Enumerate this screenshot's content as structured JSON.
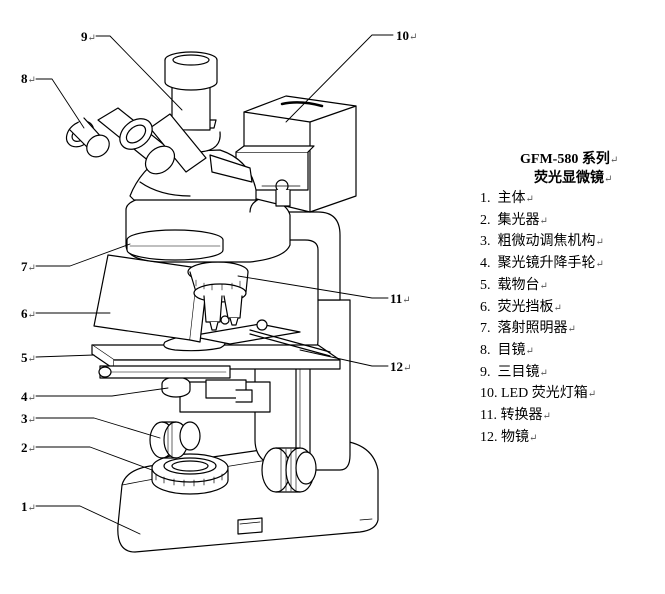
{
  "title": {
    "line1": "GFM-580 系列",
    "line2": "荧光显微镜",
    "return_mark": "↵"
  },
  "callouts": [
    "1",
    "2",
    "3",
    "4",
    "5",
    "6",
    "7",
    "8",
    "9",
    "10",
    "11",
    "12"
  ],
  "parts": [
    {
      "num": "1.",
      "label": "主体"
    },
    {
      "num": "2.",
      "label": "集光器"
    },
    {
      "num": "3.",
      "label": "粗微动调焦机构"
    },
    {
      "num": "4.",
      "label": "聚光镜升降手轮"
    },
    {
      "num": "5.",
      "label": "载物台"
    },
    {
      "num": "6.",
      "label": "荧光挡板"
    },
    {
      "num": "7.",
      "label": "落射照明器"
    },
    {
      "num": "8.",
      "label": "目镜"
    },
    {
      "num": "9.",
      "label": "三目镜"
    },
    {
      "num": "10.",
      "label": "LED 荧光灯箱"
    },
    {
      "num": "11.",
      "label": "转换器"
    },
    {
      "num": "12.",
      "label": "物镜"
    }
  ]
}
